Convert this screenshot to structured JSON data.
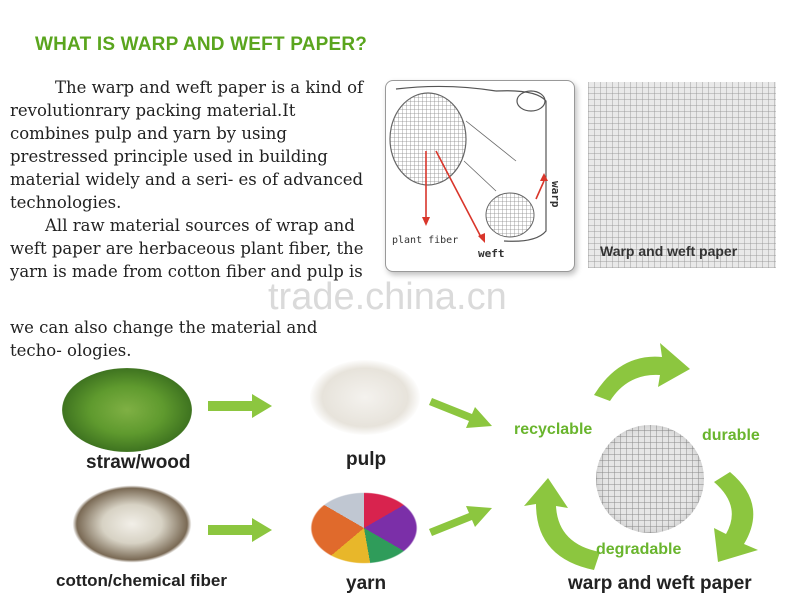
{
  "title": "WHAT IS WARP AND WEFT PAPER?",
  "intro": {
    "paragraph1": "The warp and weft paper is a kind of revolutionrary packing material.It combines pulp and yarn by using prestressed principle used in building material widely and a seri- es of advanced technologies.",
    "paragraph2": "All raw material sources of wrap and weft paper are herbaceous plant fiber,  the yarn  is made from cotton fiber and pulp is",
    "paragraph3": "we can also change the material and techo- ologies."
  },
  "diagram": {
    "plant_fiber_label": "plant fiber",
    "weft_label": "weft",
    "warp_label": "warp"
  },
  "photo_caption": "Warp and weft paper",
  "watermark": "trade.china.cn",
  "flow": {
    "straw_label": "straw/wood",
    "pulp_label": "pulp",
    "cotton_label": "cotton/chemical fiber",
    "yarn_label": "yarn",
    "product_label": "warp and weft paper"
  },
  "cycle": {
    "recyclable": "recyclable",
    "durable": "durable",
    "degradable": "degradable"
  },
  "colors": {
    "accent_green": "#8cc63f",
    "title_green": "#5aa51e",
    "label_green": "#69b52d",
    "arrow_red": "#d9362b"
  }
}
